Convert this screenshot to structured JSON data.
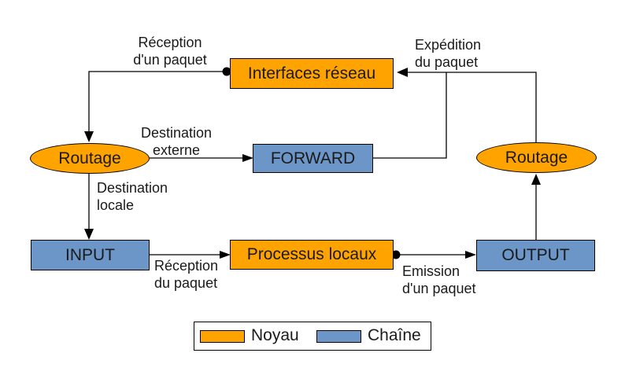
{
  "colors": {
    "kernel_fill": "#FFA300",
    "chain_fill": "#6C96C8",
    "line": "#000000",
    "background": "#FFFFFF"
  },
  "nodes": {
    "interfaces_reseau": {
      "label": "Interfaces réseau",
      "kind": "kernel"
    },
    "routage_left": {
      "label": "Routage",
      "kind": "kernel"
    },
    "routage_right": {
      "label": "Routage",
      "kind": "kernel"
    },
    "forward": {
      "label": "FORWARD",
      "kind": "chain"
    },
    "input": {
      "label": "INPUT",
      "kind": "chain"
    },
    "processus_locaux": {
      "label": "Processus locaux",
      "kind": "kernel"
    },
    "output": {
      "label": "OUTPUT",
      "kind": "chain"
    }
  },
  "edge_labels": {
    "reception_entree": {
      "line1": "Réception",
      "line2": "d'un paquet"
    },
    "expedition": {
      "line1": "Expédition",
      "line2": "du paquet"
    },
    "destination_externe": {
      "line1": "Destination",
      "line2": "externe"
    },
    "destination_locale": {
      "line1": "Destination",
      "line2": "locale"
    },
    "reception_locale": {
      "line1": "Réception",
      "line2": "du paquet"
    },
    "emission": {
      "line1": "Emission",
      "line2": "d'un paquet"
    }
  },
  "legend": {
    "kernel_label": "Noyau",
    "chain_label": "Chaîne"
  }
}
